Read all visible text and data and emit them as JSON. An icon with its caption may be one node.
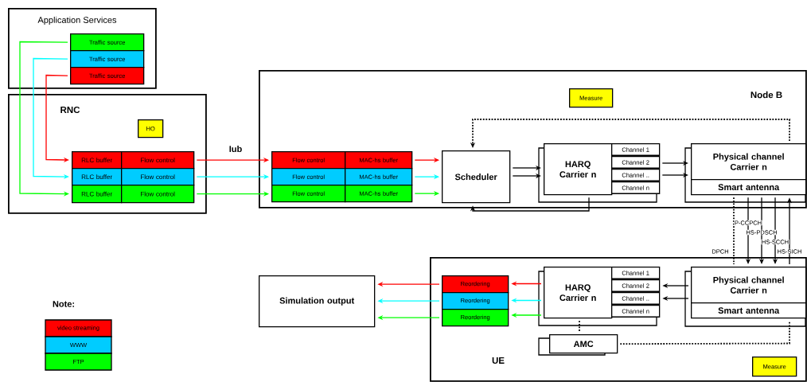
{
  "diagram": {
    "nodes": [
      {
        "text": [
          "Application Services"
        ]
      },
      {
        "text": [
          "Traffic source"
        ],
        "in": 0
      },
      {
        "text": [
          "Traffic source"
        ],
        "in": 0
      },
      {
        "text": [
          "Traffic source"
        ],
        "in": 0
      },
      {
        "text": [
          "RNC"
        ]
      },
      {
        "text": [
          "HO"
        ],
        "in": 4
      },
      {
        "text": [
          "RLC buffer"
        ],
        "in": 4
      },
      {
        "text": [
          "Flow control"
        ],
        "in": 4
      },
      {
        "text": [
          "RLC buffer"
        ],
        "in": 4
      },
      {
        "text": [
          "Flow control"
        ],
        "in": 4
      },
      {
        "text": [
          "RLC buffer"
        ],
        "in": 4
      },
      {
        "text": [
          "Flow control"
        ],
        "in": 4
      },
      {
        "text": [
          "Node B"
        ]
      },
      {
        "text": [
          "Measure"
        ],
        "in": 12
      },
      {
        "text": [
          "Flow control"
        ],
        "in": 12
      },
      {
        "text": [
          "MAC-hs buffer"
        ],
        "in": 12
      },
      {
        "text": [
          "Flow control"
        ],
        "in": 12
      },
      {
        "text": [
          "MAC-hs buffer"
        ],
        "in": 12
      },
      {
        "text": [
          "Flow control"
        ],
        "in": 12
      },
      {
        "text": [
          "MAC-hs buffer"
        ],
        "in": 12
      },
      {
        "text": [
          "Scheduler"
        ],
        "in": 12
      },
      {
        "text": [
          "HARQ Carrier n"
        ],
        "in": 12
      },
      {
        "text": [
          "Channel 1"
        ],
        "in": 12
      },
      {
        "text": [
          "Channel 2"
        ],
        "in": 12
      },
      {
        "text": [
          "Channel .."
        ],
        "in": 12
      },
      {
        "text": [
          "Channel n"
        ],
        "in": 12
      },
      {
        "text": [
          "Physical channel Carrier n"
        ],
        "in": 12
      },
      {
        "text": [
          "Smart antenna"
        ],
        "in": 12
      },
      {
        "text": [
          "Simulation output"
        ]
      },
      {
        "text": [
          "UE"
        ]
      },
      {
        "text": [
          "Reordering"
        ],
        "in": 29
      },
      {
        "text": [
          "Reordering"
        ],
        "in": 29
      },
      {
        "text": [
          "Reordering"
        ],
        "in": 29
      },
      {
        "text": [
          "HARQ Carrier n"
        ],
        "in": 29
      },
      {
        "text": [
          "Channel 1"
        ],
        "in": 29
      },
      {
        "text": [
          "Channel 2"
        ],
        "in": 29
      },
      {
        "text": [
          "Channel .."
        ],
        "in": 29
      },
      {
        "text": [
          "Channel n"
        ],
        "in": 29
      },
      {
        "text": [
          "Physical channel Carrier n"
        ],
        "in": 29
      },
      {
        "text": [
          "Smart antenna"
        ],
        "in": 29
      },
      {
        "text": [
          "AMC"
        ],
        "in": 29
      },
      {
        "text": [
          "Measure"
        ],
        "in": 29
      }
    ],
    "edges": [
      {
        "from": 1,
        "to": 10,
        "arrow": "to",
        "color": "#00ff00"
      },
      {
        "from": 2,
        "to": 8,
        "arrow": "to",
        "color": "#00ffff"
      },
      {
        "from": 3,
        "to": 6,
        "arrow": "to",
        "color": "#ff0000"
      },
      {
        "from": 7,
        "to": 14,
        "arrow": "to",
        "color": "#ff0000"
      },
      {
        "from": 9,
        "to": 16,
        "arrow": "to",
        "color": "#00ffff"
      },
      {
        "from": 11,
        "to": 18,
        "arrow": "to",
        "color": "#00ff00"
      },
      {
        "from": 15,
        "to": 20,
        "arrow": "to",
        "color": "#ff0000"
      },
      {
        "from": 17,
        "to": 20,
        "arrow": "to",
        "color": "#00ffff"
      },
      {
        "from": 19,
        "to": 20,
        "arrow": "to",
        "color": "#00ff00"
      },
      {
        "from": 20,
        "to": 21,
        "arrow": "to"
      },
      {
        "from": 20,
        "to": 21,
        "arrow": "to"
      },
      {
        "from": 23,
        "to": 26,
        "arrow": "to"
      },
      {
        "from": 24,
        "to": 26,
        "arrow": "to"
      },
      {
        "from": 21,
        "to": 20,
        "arrow": "to"
      },
      {
        "from": 26,
        "to": 20,
        "arrow": "to",
        "style": "dashed"
      },
      {
        "from": 27,
        "to": 38,
        "arrow": "none",
        "style": "dashed",
        "label": "DPCH"
      },
      {
        "from": 27,
        "to": 38,
        "arrow": "to",
        "label": "P-CCPCH"
      },
      {
        "from": 27,
        "to": 38,
        "arrow": "to",
        "label": "HS-PDSCH"
      },
      {
        "from": 27,
        "to": 38,
        "arrow": "to",
        "label": "HS-SCCH"
      },
      {
        "from": 38,
        "to": 27,
        "arrow": "to",
        "label": "HS-SICH"
      },
      {
        "from": 38,
        "to": 35,
        "arrow": "to"
      },
      {
        "from": 38,
        "to": 36,
        "arrow": "to"
      },
      {
        "from": 33,
        "to": 30,
        "arrow": "to",
        "color": "#ff0000"
      },
      {
        "from": 33,
        "to": 31,
        "arrow": "to",
        "color": "#00ffff"
      },
      {
        "from": 33,
        "to": 32,
        "arrow": "to",
        "color": "#00ff00"
      },
      {
        "from": 30,
        "to": 28,
        "arrow": "to",
        "color": "#ff0000"
      },
      {
        "from": 31,
        "to": 28,
        "arrow": "to",
        "color": "#00ffff"
      },
      {
        "from": 32,
        "to": 28,
        "arrow": "to",
        "color": "#00ff00"
      },
      {
        "from": 33,
        "to": 40,
        "arrow": "none",
        "style": "dashed"
      },
      {
        "from": 40,
        "to": 39,
        "arrow": "none",
        "style": "dashed"
      }
    ],
    "labels": [
      "Iub",
      "Note:"
    ],
    "legend": [
      {
        "text": "video streaming",
        "color": "#ff0000"
      },
      {
        "text": "WWW",
        "color": "#00ccff"
      },
      {
        "text": "FTP",
        "color": "#00ff00"
      }
    ]
  }
}
